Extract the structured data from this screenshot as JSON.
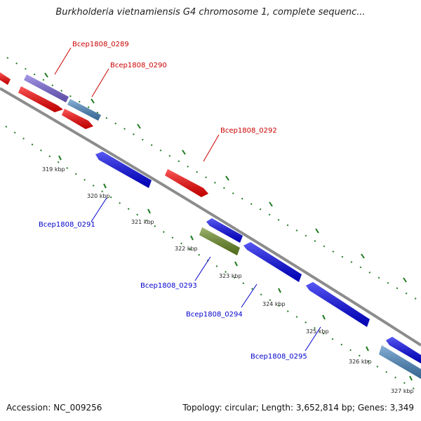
{
  "title": "Burkholderia vietnamiensis G4 chromosome 1, complete sequenc...",
  "accession_label": "Accession: NC_009256",
  "topology_label": "Topology: circular; Length: 3,652,814 bp; Genes: 3,349",
  "colors": {
    "backbone": "#8c8c8c",
    "tick": "#1f7a1f",
    "plus_label": "#cc0000",
    "minus_label": "#0000cc",
    "red_gene": "#ff0000",
    "blue_gene": "#0000ee",
    "purple_gene": "#7a66dd",
    "steel_gene": "#4a8ac4",
    "olive_gene": "#6b8e23"
  },
  "kbp_ticks": [
    "319 kbp",
    "320 kbp",
    "321 kbp",
    "322 kbp",
    "323 kbp",
    "324 kbp",
    "325 kbp",
    "326 kbp",
    "327 kbp"
  ],
  "gene_labels": [
    {
      "id": "g0289",
      "text": "Bcep1808_0289",
      "strand": "plus"
    },
    {
      "id": "g0290",
      "text": "Bcep1808_0290",
      "strand": "plus"
    },
    {
      "id": "g0292",
      "text": "Bcep1808_0292",
      "strand": "plus"
    },
    {
      "id": "g0291",
      "text": "Bcep1808_0291",
      "strand": "minus"
    },
    {
      "id": "g0293",
      "text": "Bcep1808_0293",
      "strand": "minus"
    },
    {
      "id": "g0294",
      "text": "Bcep1808_0294",
      "strand": "minus"
    },
    {
      "id": "g0295",
      "text": "Bcep1808_0295",
      "strand": "minus"
    }
  ]
}
